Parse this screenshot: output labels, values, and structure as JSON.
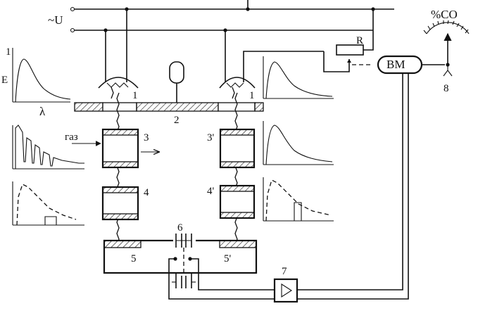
{
  "labels": {
    "supply": "~U",
    "percent_co": "%CO",
    "resistor": "R",
    "vm": "ВМ",
    "gas": "газ",
    "energy_axis": "E",
    "wavelength_axis": "λ",
    "source_left": "1",
    "source_right": "1",
    "motor": "2",
    "cell_work": "3",
    "cell_ref": "3'",
    "filter_work": "4",
    "filter_ref": "4'",
    "receiver_work": "5",
    "receiver_ref": "5'",
    "capacitor": "6",
    "amplifier": "7",
    "indicator": "8",
    "graph_spectrum": "1"
  },
  "colors": {
    "ink": "#111111",
    "background": "#ffffff"
  }
}
